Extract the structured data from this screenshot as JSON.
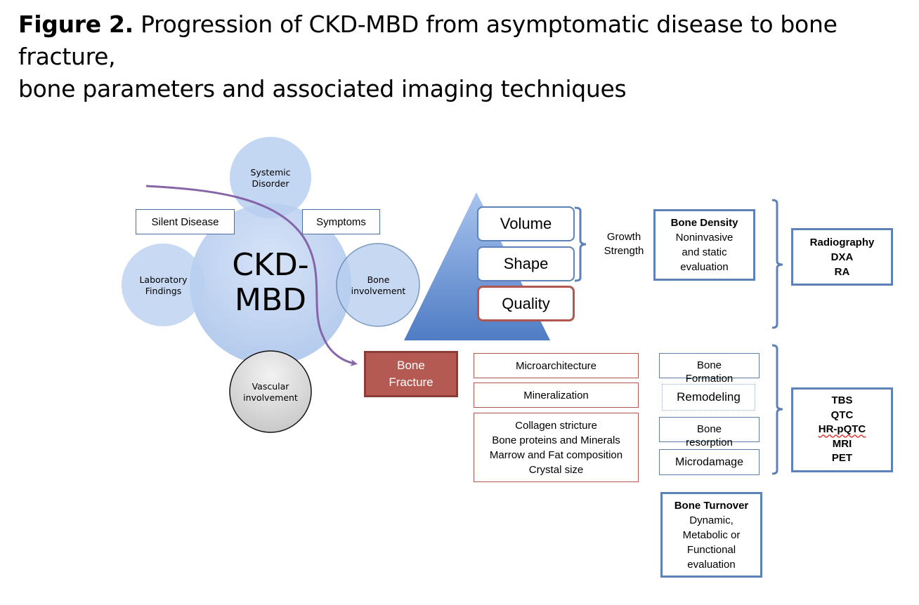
{
  "figure": {
    "label": "Figure 2.",
    "title_line1": " Progression of CKD-MBD from asymptomatic disease to bone fracture,",
    "title_line2": "bone parameters and associated imaging techniques"
  },
  "cluster": {
    "center": [
      "CKD-",
      "MBD"
    ],
    "top": [
      "Systemic",
      "Disorder"
    ],
    "left": [
      "Laboratory",
      "Findings"
    ],
    "right": [
      "Bone",
      "involvement"
    ],
    "bottom": [
      "Vascular",
      "involvement"
    ],
    "silent_disease": "Silent Disease",
    "symptoms": "Symptoms"
  },
  "bone_fracture": [
    "Bone",
    "Fracture"
  ],
  "pyramid": {
    "levels": [
      "Volume",
      "Shape",
      "Quality"
    ],
    "bracket_label": [
      "Growth",
      "Strength"
    ]
  },
  "bone_density": {
    "heading": "Bone Density",
    "lines": [
      "Noninvasive",
      "and static",
      "evaluation"
    ]
  },
  "imaging_static": [
    "Radiography",
    "DXA",
    "RA"
  ],
  "quality_components": [
    [
      "Microarchitecture"
    ],
    [
      "Mineralization"
    ],
    [
      "Collagen stricture",
      "Bone proteins and Minerals",
      "Marrow and Fat composition",
      "Crystal size"
    ]
  ],
  "turnover_components": {
    "formation": [
      "Bone",
      "Formation"
    ],
    "remodeling": "Remodeling",
    "resorption": [
      "Bone",
      "resorption"
    ],
    "microdamage": "Microdamage"
  },
  "bone_turnover": {
    "heading": "Bone Turnover",
    "lines": [
      "Dynamic,",
      "Metabolic or",
      "Functional",
      "evaluation"
    ]
  },
  "imaging_dynamic": [
    "TBS",
    "QTC",
    "HR-pQTC",
    "MRI",
    "PET"
  ],
  "colors": {
    "arrow": "#8565a8",
    "accent_blue": "#5d82b8",
    "fracture_red": "#b55a52",
    "quality_red": "#b0574f"
  }
}
